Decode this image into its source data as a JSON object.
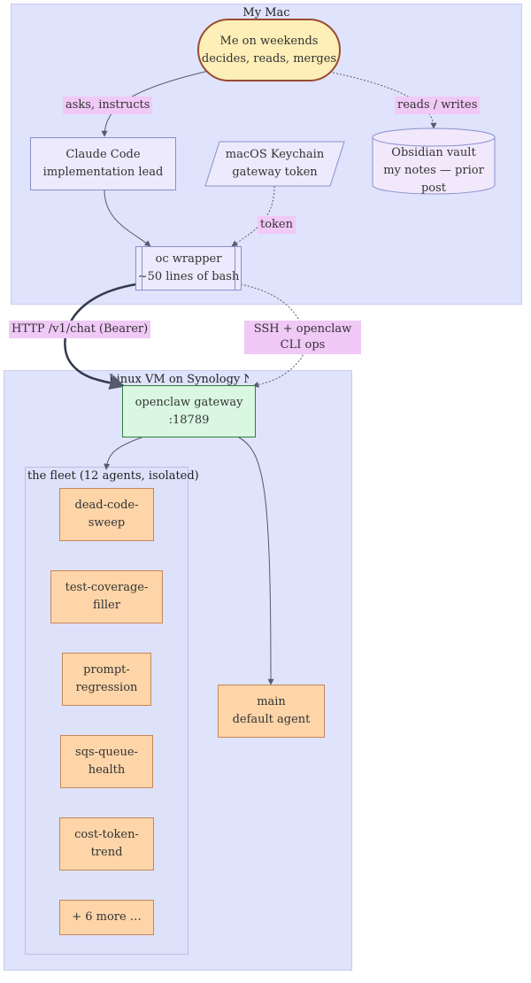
{
  "clusters": {
    "mac": "My Mac",
    "vm": "Linux VM on Synology NAS",
    "fleet": "the fleet (12 agents, isolated)"
  },
  "nodes": {
    "me": {
      "line1": "Me on weekends",
      "line2": "decides, reads, merges"
    },
    "claude": {
      "line1": "Claude Code",
      "line2": "implementation lead"
    },
    "keychain": {
      "line1": "macOS Keychain",
      "line2": "gateway token"
    },
    "vault": {
      "line1": "Obsidian vault",
      "line2": "my notes — prior post"
    },
    "wrapper": {
      "line1": "oc wrapper",
      "line2": "~50 lines of bash"
    },
    "gateway": {
      "line1": "openclaw gateway",
      "line2": ":18789"
    },
    "main": {
      "line1": "main",
      "line2": "default agent"
    },
    "fleet": [
      {
        "line1": "dead-code-",
        "line2": "sweep"
      },
      {
        "line1": "test-coverage-",
        "line2": "filler"
      },
      {
        "line1": "prompt-",
        "line2": "regression"
      },
      {
        "line1": "sqs-queue-",
        "line2": "health"
      },
      {
        "line1": "cost-token-",
        "line2": "trend"
      },
      {
        "line1": "+ 6 more …",
        "line2": ""
      }
    ]
  },
  "edges": {
    "asks": "asks, instructs",
    "reads_writes": "reads / writes",
    "token": "token",
    "http": "HTTP /v1/chat (Bearer)",
    "ssh": "SSH + openclaw CLI ops"
  },
  "colors": {
    "cluster_fill": "#dfe3fb",
    "node_blue": "#eceafc",
    "node_orange": "#fdd5a8",
    "node_green": "#d9f7e1",
    "node_yellow": "#fdefb7",
    "edge_label": "#f0c9f7",
    "edge": "#555b6e"
  }
}
